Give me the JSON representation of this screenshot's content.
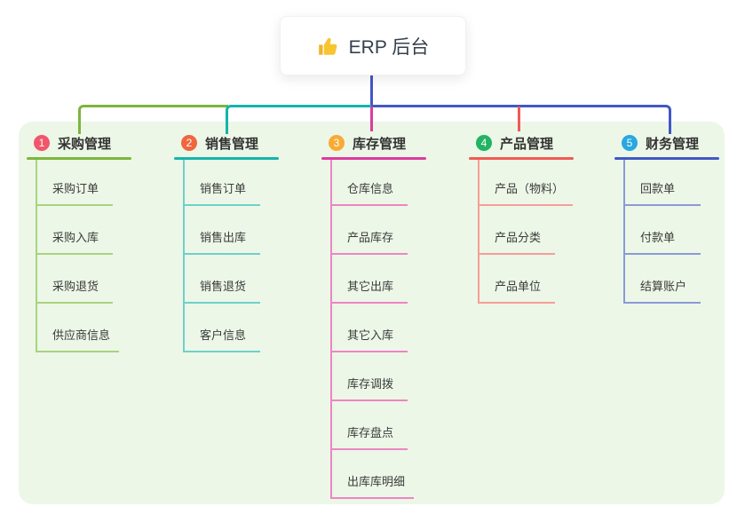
{
  "root": {
    "label": "ERP 后台",
    "icon": "thumbs-up-icon",
    "icon_color": "#f7c531",
    "stem_color": "#4257c4"
  },
  "panel": {
    "background": "#ecf7e7"
  },
  "branches": [
    {
      "num": "1",
      "label": "采购管理",
      "badge_color": "#f2566b",
      "line_color": "#7db53e",
      "child_line_color": "#a9d37e",
      "children": [
        "采购订单",
        "采购入库",
        "采购退货",
        "供应商信息"
      ]
    },
    {
      "num": "2",
      "label": "销售管理",
      "badge_color": "#f0663e",
      "line_color": "#14b5a9",
      "child_line_color": "#6fd0c8",
      "children": [
        "销售订单",
        "销售出库",
        "销售退货",
        "客户信息"
      ]
    },
    {
      "num": "3",
      "label": "库存管理",
      "badge_color": "#f8ab33",
      "line_color": "#dd3b9e",
      "child_line_color": "#ee85c4",
      "children": [
        "仓库信息",
        "产品库存",
        "其它出库",
        "其它入库",
        "库存调拨",
        "库存盘点",
        "出库库明细"
      ]
    },
    {
      "num": "4",
      "label": "产品管理",
      "badge_color": "#23b363",
      "line_color": "#f05a54",
      "child_line_color": "#f79d99",
      "children": [
        "产品（物料）",
        "产品分类",
        "产品单位"
      ]
    },
    {
      "num": "5",
      "label": "财务管理",
      "badge_color": "#29a7e1",
      "line_color": "#4257c4",
      "child_line_color": "#8b9ad8",
      "children": [
        "回款单",
        "付款单",
        "结算账户"
      ]
    }
  ]
}
